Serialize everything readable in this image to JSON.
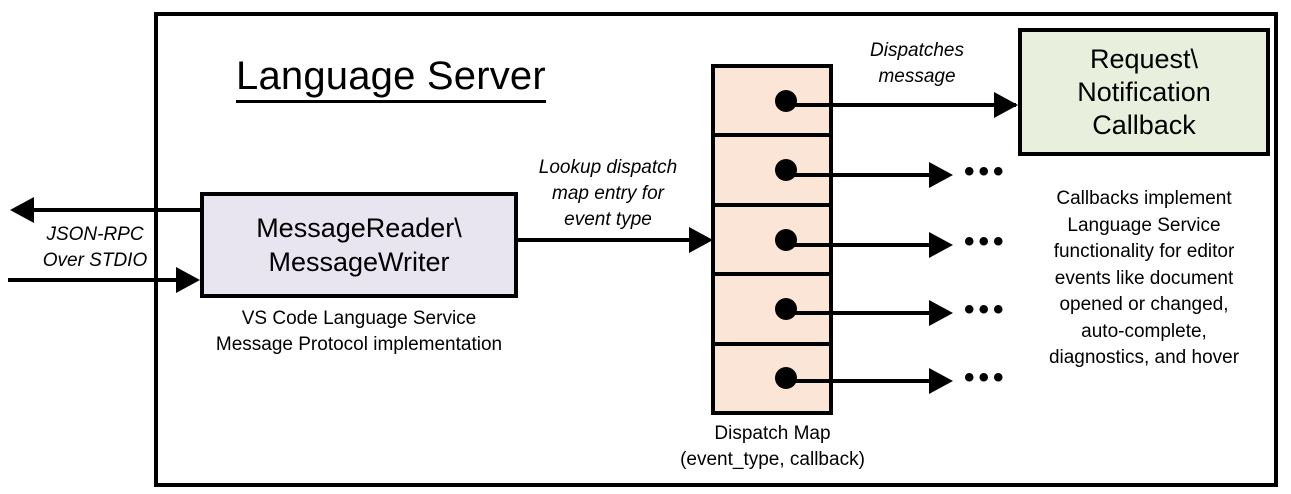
{
  "diagram": {
    "title": "Language Server",
    "outer_border_color": "#000000"
  },
  "reader_writer": {
    "line1": "MessageReader\\",
    "line2": "MessageWriter",
    "fill_color": "#E8E4F0",
    "caption_line1": "VS Code Language Service",
    "caption_line2": "Message Protocol implementation"
  },
  "dispatch_map": {
    "fill_color": "#FBE5D6",
    "row_count": 5,
    "caption_line1": "Dispatch Map",
    "caption_line2": "(event_type, callback)"
  },
  "callback": {
    "line1": "Request\\",
    "line2": "Notification",
    "line3": "Callback",
    "fill_color": "#E8EFDD",
    "description": [
      "Callbacks implement",
      "Language Service",
      "functionality for editor",
      "events like document",
      "opened or changed,",
      "auto-complete,",
      "diagnostics, and hover"
    ]
  },
  "annotations": {
    "jsonrpc_line1": "JSON-RPC",
    "jsonrpc_line2": "Over STDIO",
    "lookup_line1": "Lookup dispatch",
    "lookup_line2": "map entry for",
    "lookup_line3": "event type",
    "dispatches_line1": "Dispatches",
    "dispatches_line2": "message"
  },
  "ellipses": {
    "glyph": "•••",
    "count": 4
  }
}
